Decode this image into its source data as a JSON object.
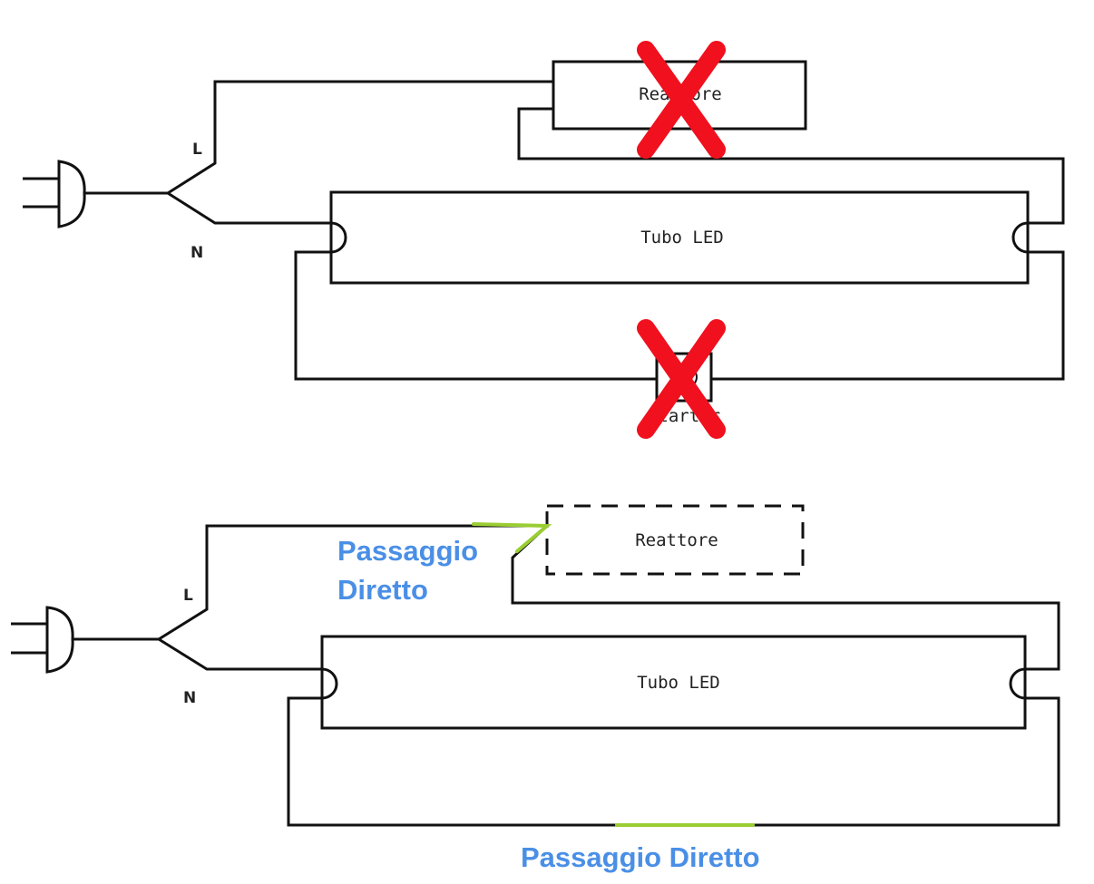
{
  "top_diagram": {
    "ballast_label": "Reattore",
    "tube_label": "Tubo LED",
    "starter_label": "Starter",
    "line_label": "L",
    "neutral_label": "N",
    "removed_mark_color": "#f0101e"
  },
  "bottom_diagram": {
    "ballast_label": "Reattore",
    "tube_label": "Tubo LED",
    "line_label": "L",
    "neutral_label": "N",
    "bypass_label_line1": "Passaggio",
    "bypass_label_line2": "Diretto",
    "bypass_label_bottom": "Passaggio Diretto",
    "bypass_color": "#9acd32",
    "label_color": "#4a8fe6"
  }
}
